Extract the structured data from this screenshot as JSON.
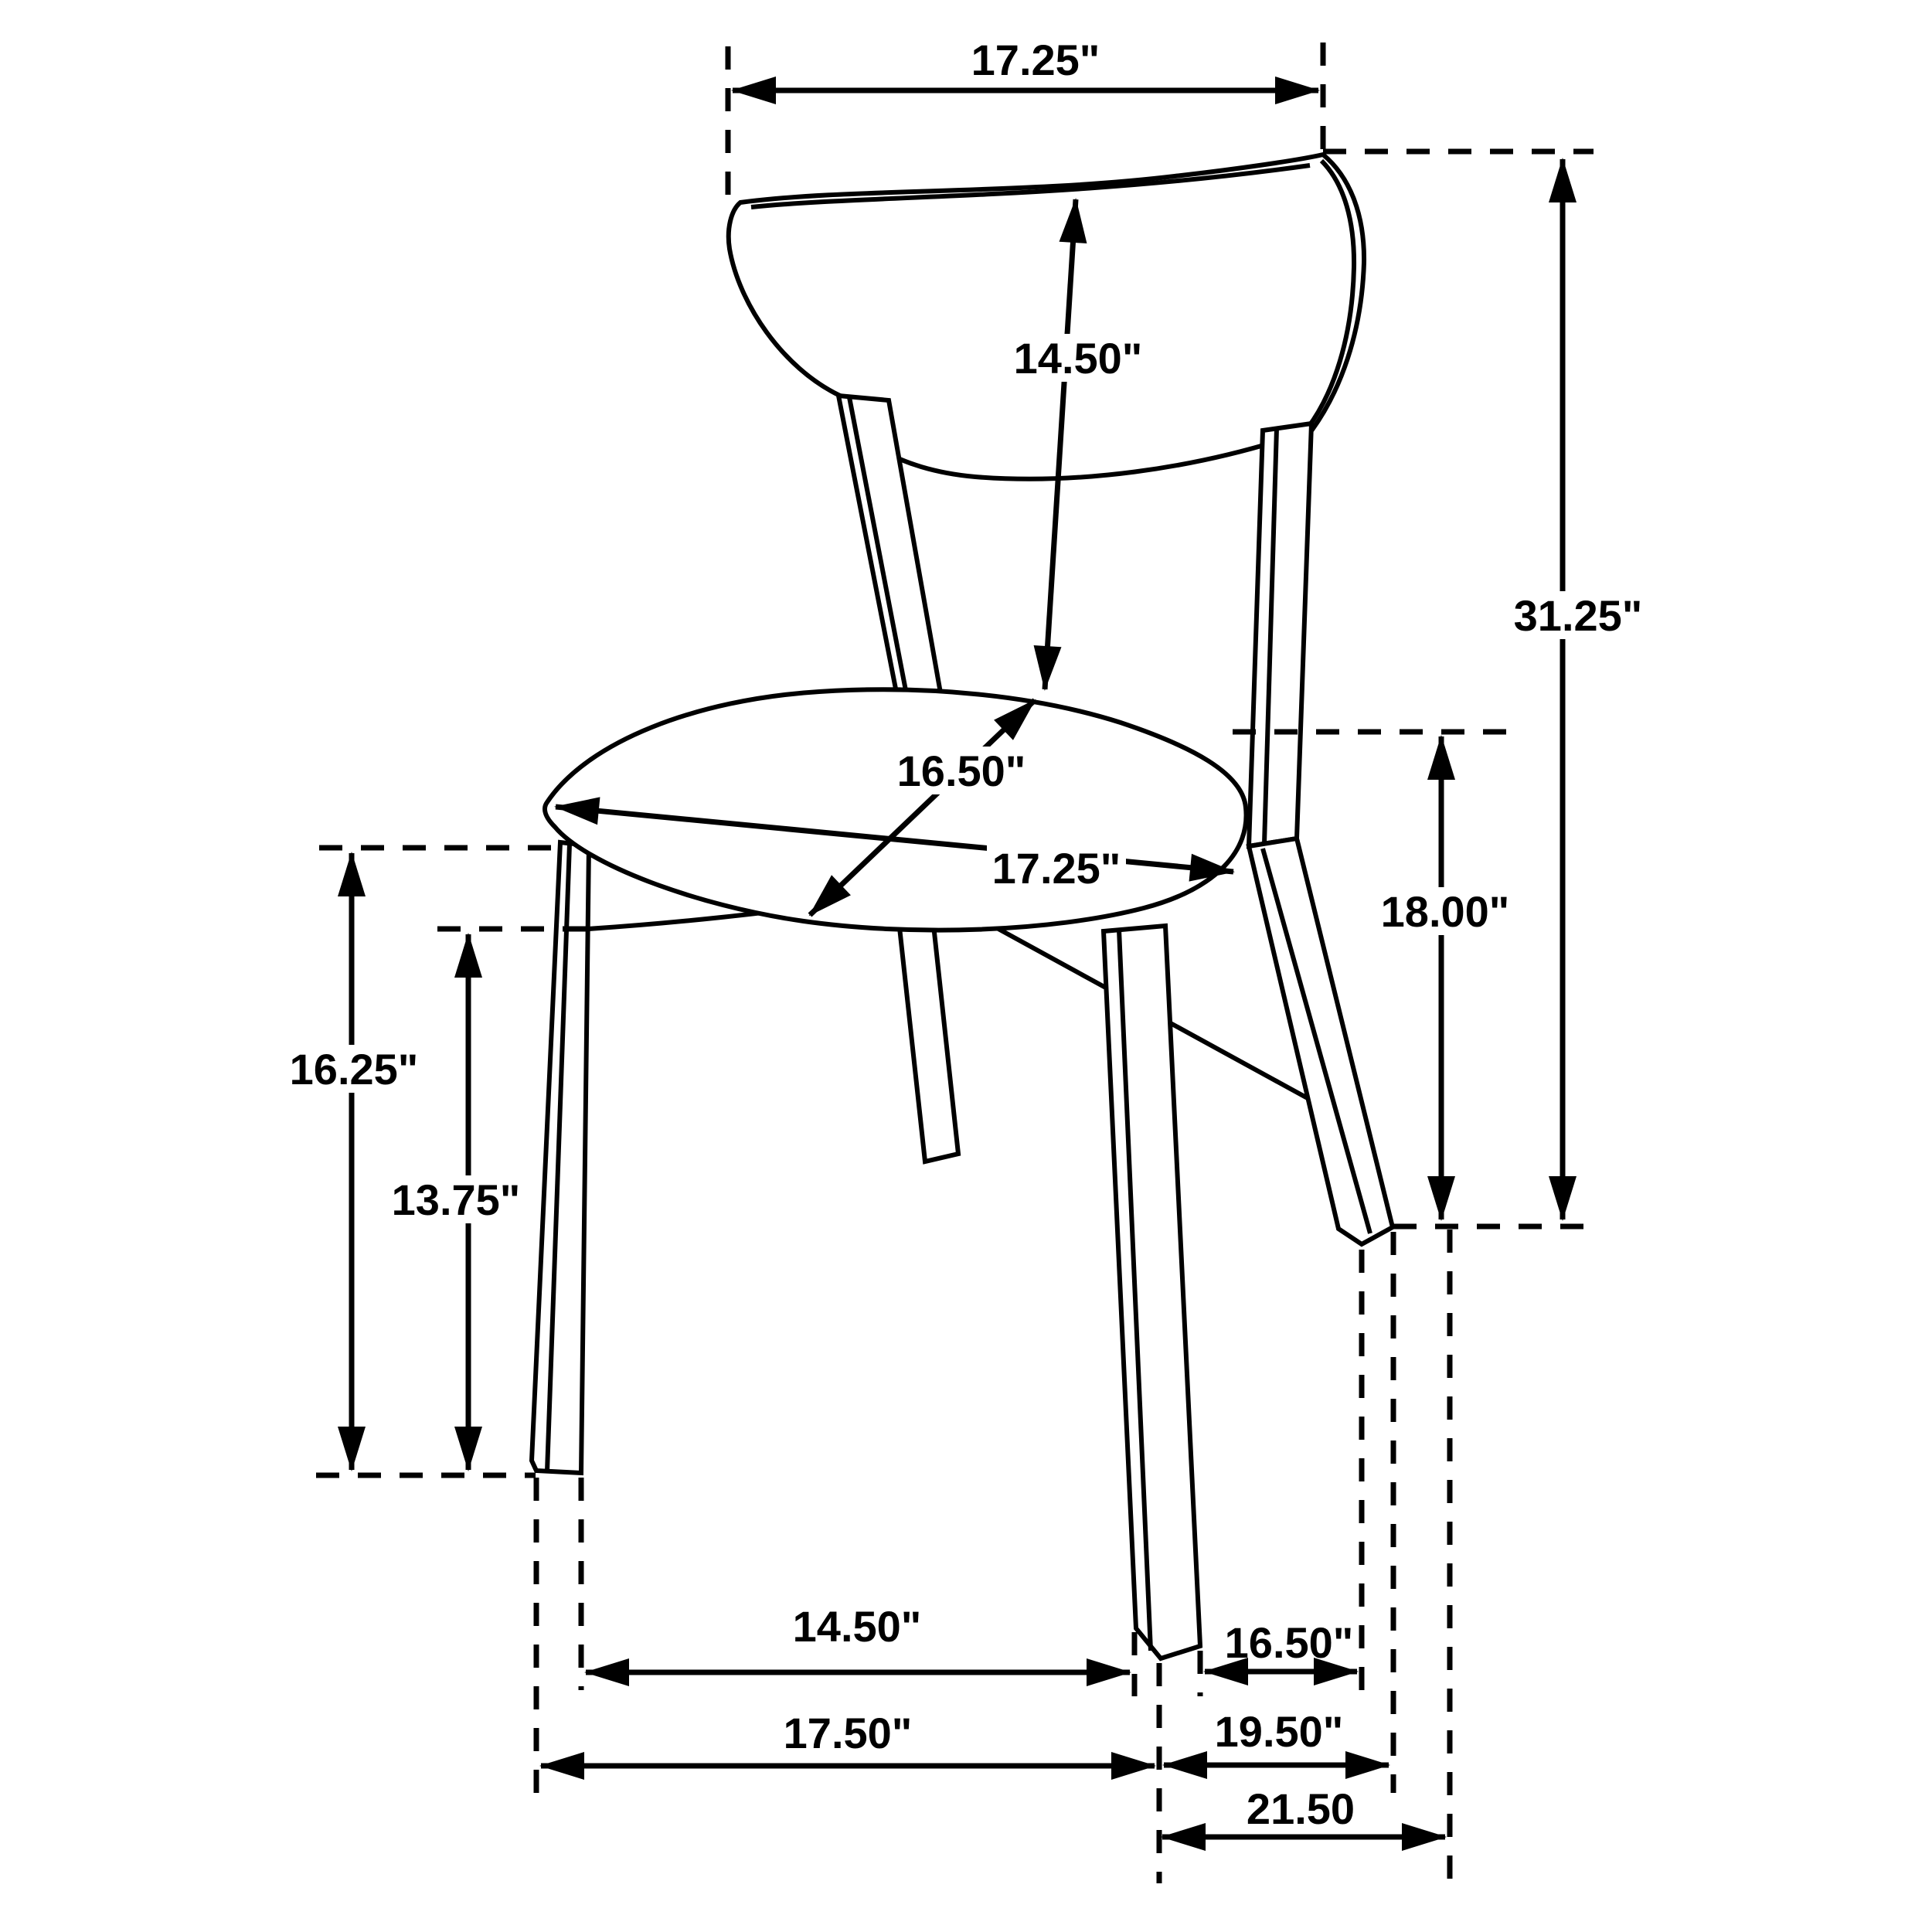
{
  "diagram": {
    "type": "furniture-dimension-drawing",
    "subject": "mid-century dining side chair, three-quarter line view",
    "units": "inches",
    "colors": {
      "background": "#ffffff",
      "line": "#000000",
      "text": "#000000"
    },
    "dimensions": {
      "backrest_width": {
        "label": "17.25\"",
        "value": 17.25,
        "measures": "backrest width (top)"
      },
      "backrest_height": {
        "label": "14.50\"",
        "value": 14.5,
        "measures": "backrest top to seat"
      },
      "overall_height": {
        "label": "31.25\"",
        "value": 31.25,
        "measures": "overall chair height"
      },
      "seat_depth": {
        "label": "16.50\"",
        "value": 16.5,
        "measures": "seat depth (front to back)"
      },
      "seat_width": {
        "label": "17.25\"",
        "value": 17.25,
        "measures": "seat width (side to side)"
      },
      "seat_height": {
        "label": "18.00\"",
        "value": 18.0,
        "measures": "floor to seat height"
      },
      "front_leg_height": {
        "label": "16.25\"",
        "value": 16.25,
        "measures": "seat underside to floor at front leg"
      },
      "lower_leg_height": {
        "label": "13.75\"",
        "value": 13.75,
        "measures": "apron to floor at front leg"
      },
      "front_leg_spacing": {
        "label": "14.50\"",
        "value": 14.5,
        "measures": "between front legs"
      },
      "side_leg_spacing": {
        "label": "16.50\"",
        "value": 16.5,
        "measures": "front leg to rear leg"
      },
      "front_width_feet": {
        "label": "17.50\"",
        "value": 17.5,
        "measures": "front feet outer width"
      },
      "side_depth_feet": {
        "label": "19.50\"",
        "value": 19.5,
        "measures": "front foot to rear foot"
      },
      "total_depth": {
        "label": "21.50",
        "value": 21.5,
        "measures": "total footprint depth"
      }
    }
  }
}
